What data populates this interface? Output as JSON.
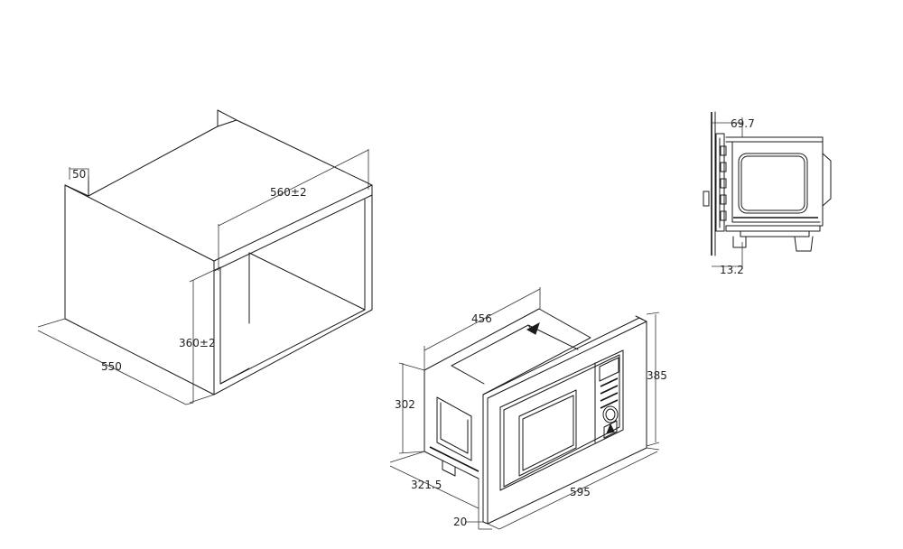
{
  "diagram": {
    "cabinet": {
      "dim_top_panel": "50",
      "dim_width": "560±2",
      "dim_height": "360±2",
      "dim_depth": "550"
    },
    "side_view": {
      "dim_top": "69.7",
      "dim_bottom": "13.2"
    },
    "oven": {
      "dim_body_width": "456",
      "dim_body_height": "302",
      "dim_body_depth": "321.5",
      "dim_front_height": "385",
      "dim_front_width": "595",
      "dim_front_thickness": "20"
    }
  }
}
